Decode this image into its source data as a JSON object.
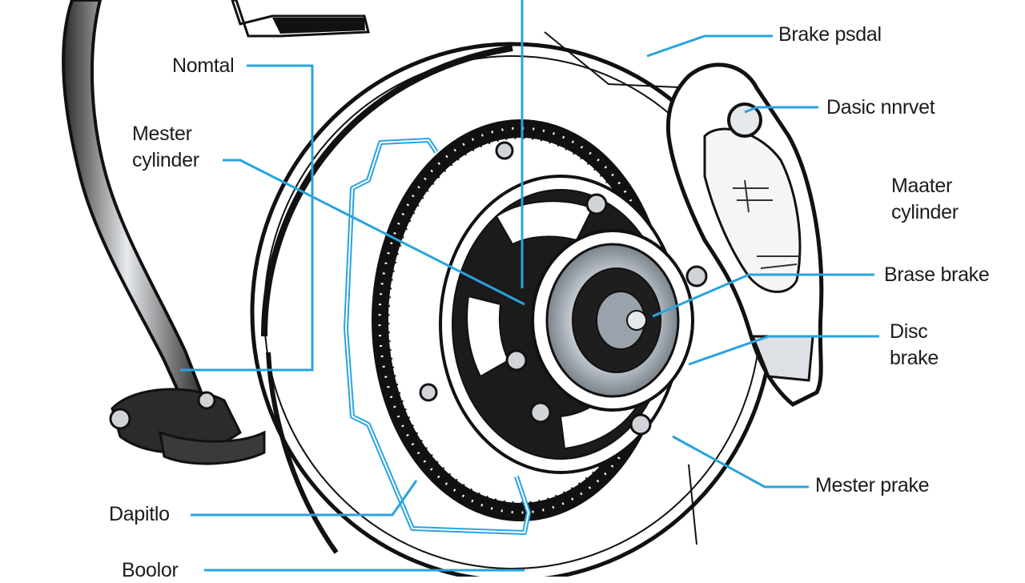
{
  "labels": {
    "nomtal": "Nomtal",
    "mester_cylinder_1": "Mester",
    "mester_cylinder_2": "cylinder",
    "dapitlo": "Dapitlo",
    "boolor": "Boolor",
    "brake_psdal": "Brake psdal",
    "dasic_nnrvet": "Dasic nnrvet",
    "maater_cylinder_1": "Maater",
    "maater_cylinder_2": "cylinder",
    "brase_brake": "Brase brake",
    "disc_brake_1": "Disc",
    "disc_brake_2": "brake",
    "mester_prake": "Mester prake"
  },
  "colors": {
    "leader": "#29a3df",
    "ink": "#111111",
    "metal": "#d8dde2",
    "background": "#ffffff"
  }
}
